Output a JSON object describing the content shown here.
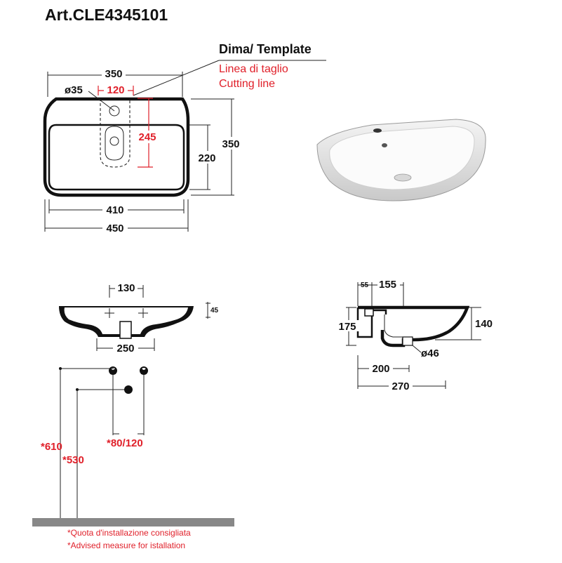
{
  "title": "Art.CLE4345101",
  "template": {
    "heading": "Dima/ Template",
    "line1": "Linea di taglio",
    "line2": "Cutting line"
  },
  "top_view": {
    "width_top": "350",
    "hole_diameter": "ø35",
    "hole_offset": "120",
    "depth_cut": "245",
    "inner_depth": "220",
    "outer_depth": "350",
    "inner_width": "410",
    "outer_width": "450"
  },
  "front_view": {
    "tap_spacing": "130",
    "rim_height": "45",
    "bracket_spacing": "250"
  },
  "side_view": {
    "a": "55",
    "b": "155",
    "c": "175",
    "d": "140",
    "waste": "ø46",
    "e": "200",
    "f": "270"
  },
  "install": {
    "h1": "*610",
    "h2": "*530",
    "h3": "*80/120"
  },
  "footnote": {
    "it": "*Quota d'installazione consigliata",
    "en": "*Advised measure for istallation"
  }
}
